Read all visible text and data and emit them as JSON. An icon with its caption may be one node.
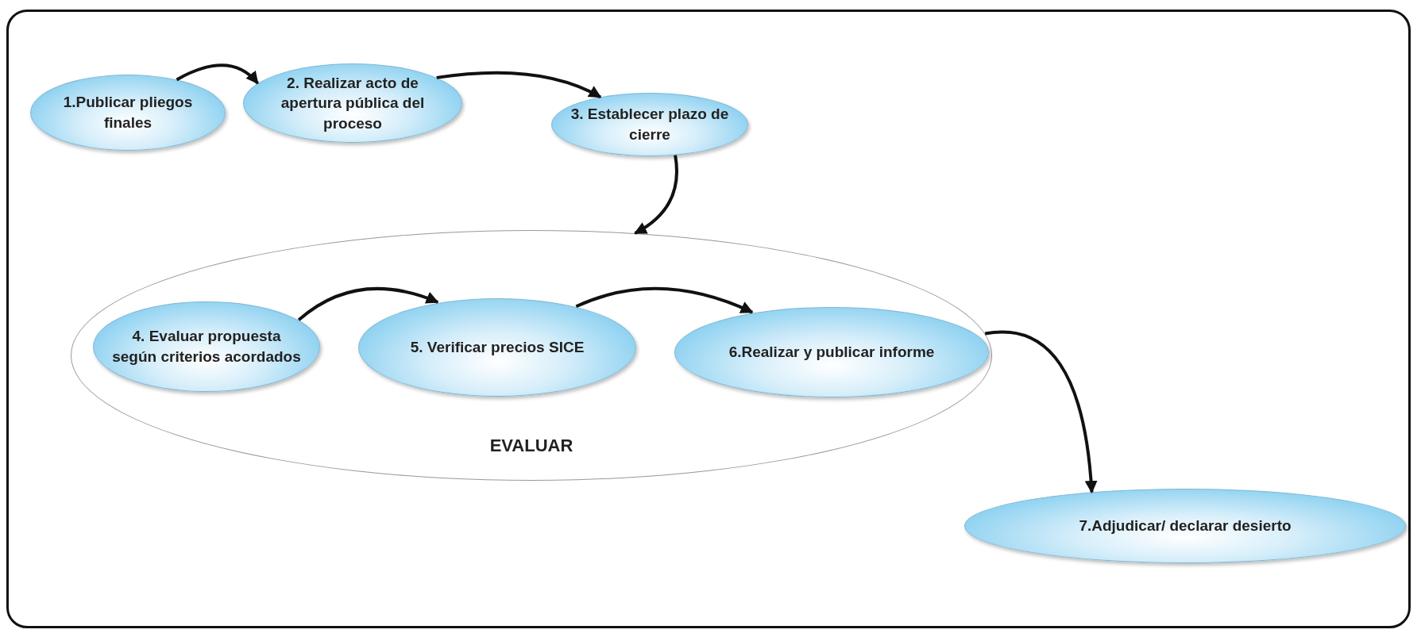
{
  "diagram": {
    "nodes": [
      {
        "text": [
          "1.Publicar pliegos finales"
        ]
      },
      {
        "text": [
          "2. Realizar acto de apertura pública del proceso"
        ]
      },
      {
        "text": [
          "3. Establecer plazo de cierre"
        ]
      },
      {
        "text": [
          "EVALUAR"
        ]
      },
      {
        "text": [
          "4. Evaluar propuesta según criterios acordados"
        ],
        "in": 3
      },
      {
        "text": [
          "5. Verificar precios SICE"
        ],
        "in": 3
      },
      {
        "text": [
          "6.Realizar y publicar informe"
        ],
        "in": 3
      },
      {
        "text": [
          "7.Adjudicar/ declarar desierto"
        ]
      }
    ],
    "edges": [
      {
        "from": 0,
        "to": 1,
        "arrow": "to"
      },
      {
        "from": 1,
        "to": 2,
        "arrow": "to"
      },
      {
        "from": 2,
        "to": 3,
        "arrow": "to"
      },
      {
        "from": 4,
        "to": 5,
        "arrow": "to"
      },
      {
        "from": 5,
        "to": 6,
        "arrow": "to"
      },
      {
        "from": 3,
        "to": 7,
        "arrow": "to"
      }
    ]
  }
}
